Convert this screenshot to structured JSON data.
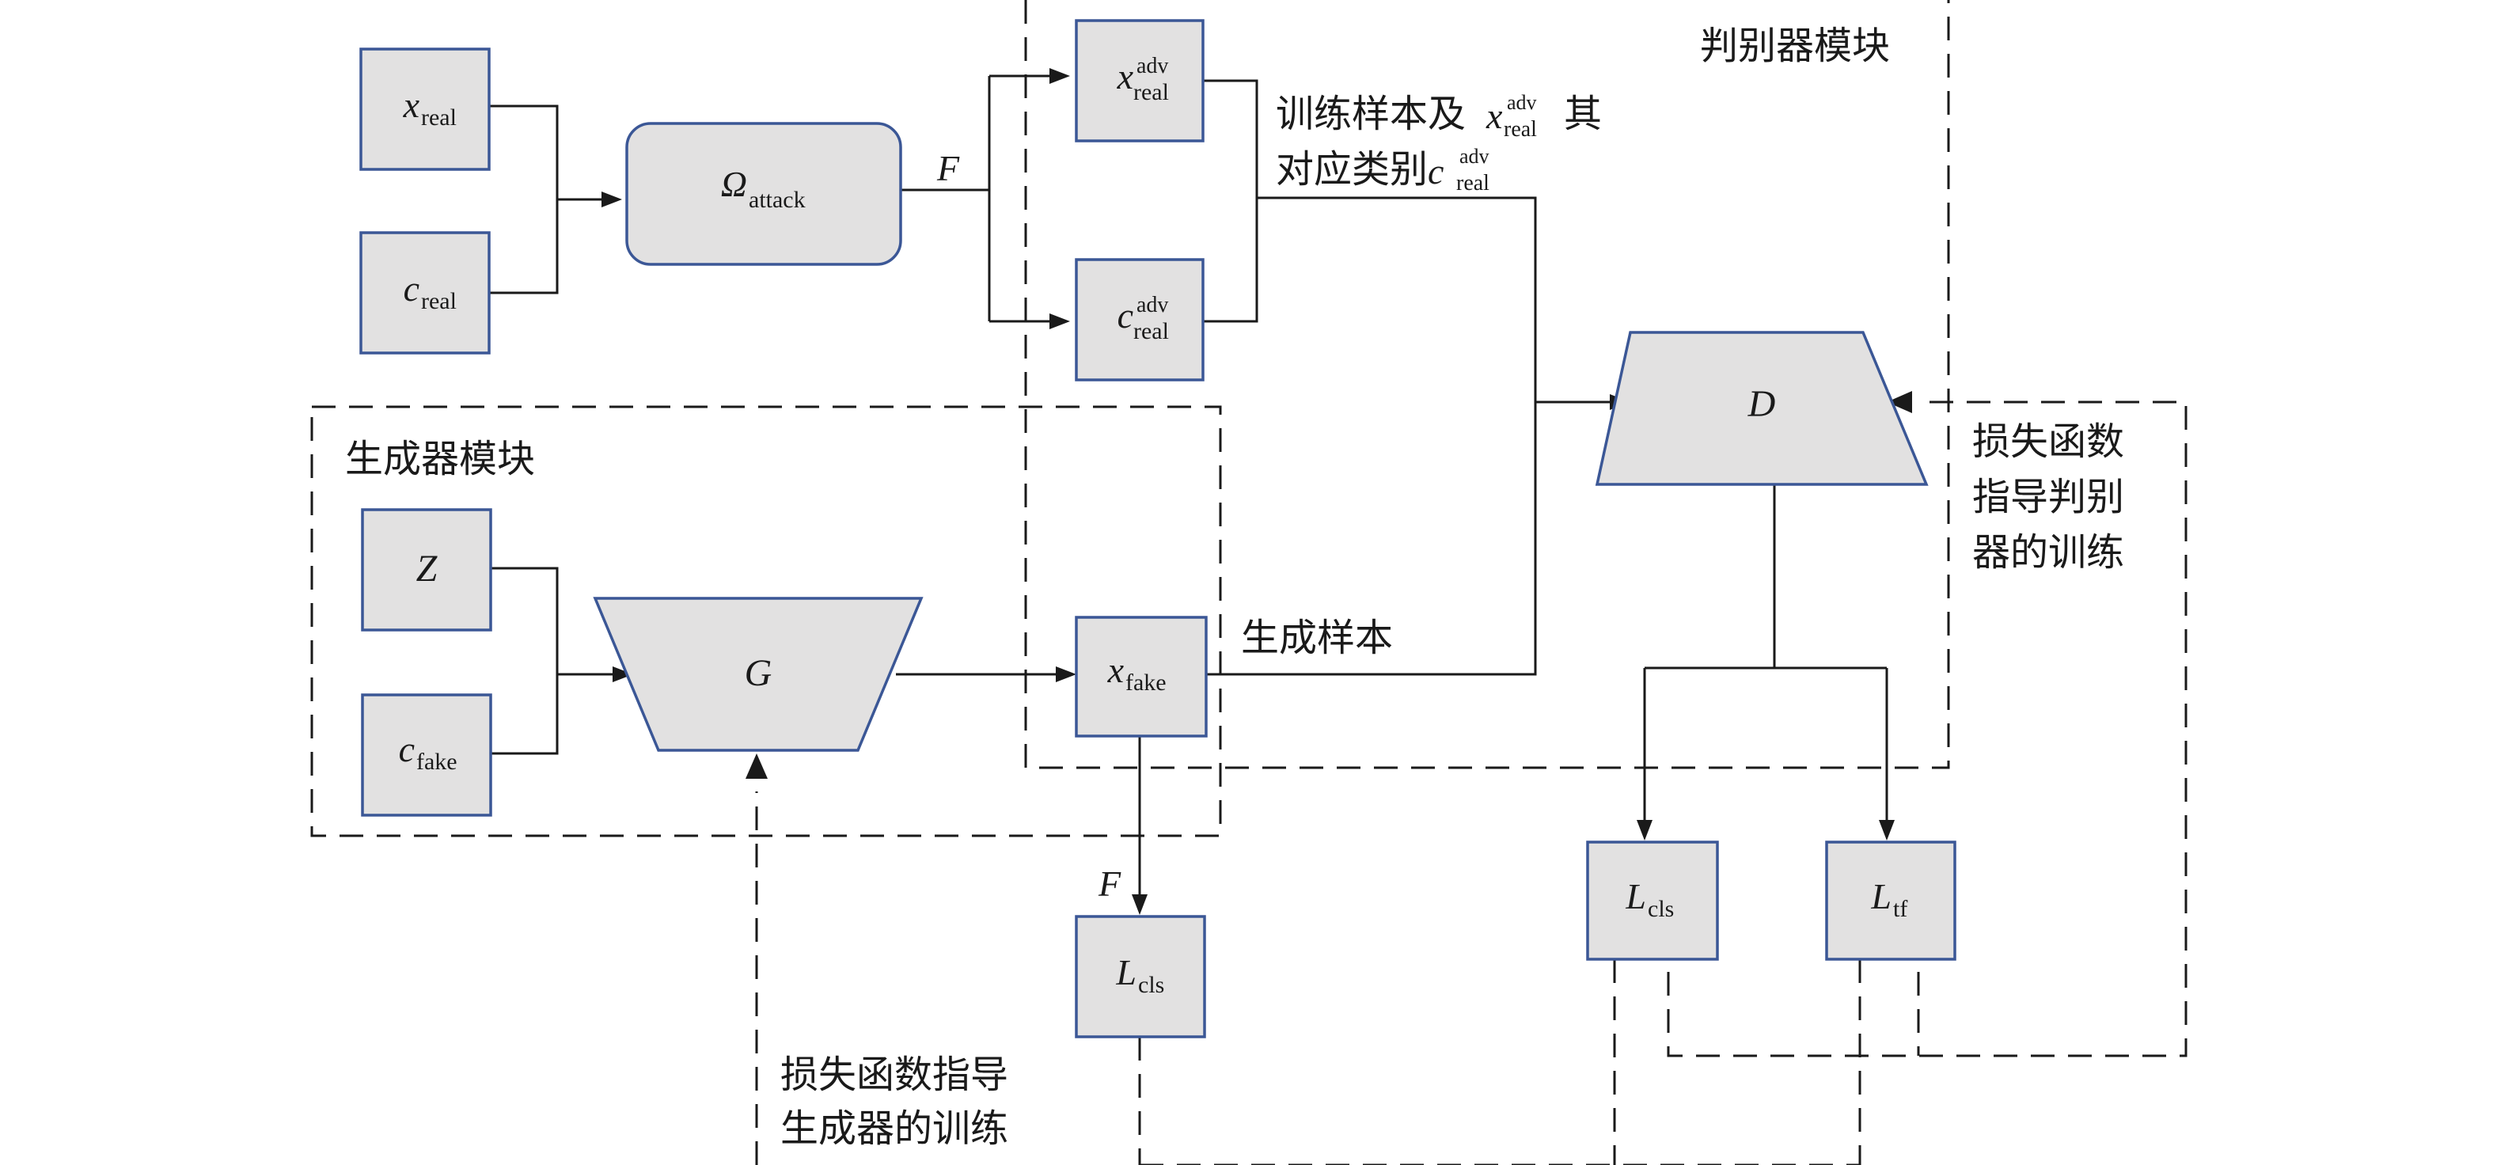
{
  "nodes": {
    "x_real": {
      "main": "x",
      "sub": "real"
    },
    "c_real": {
      "main": "c",
      "sub": "real"
    },
    "omega": {
      "main": "Ω",
      "sub": "attack"
    },
    "x_adv": {
      "main": "x",
      "sub": "real",
      "sup": "adv"
    },
    "c_adv": {
      "main": "c",
      "sub": "real",
      "sup": "adv"
    },
    "z": {
      "main": "Z"
    },
    "c_fake": {
      "main": "c",
      "sub": "fake"
    },
    "g": {
      "main": "G"
    },
    "x_fake": {
      "main": "x",
      "sub": "fake"
    },
    "d": {
      "main": "D"
    },
    "l_cls_gen": {
      "main": "L",
      "sub": "cls"
    },
    "l_cls_disc": {
      "main": "L",
      "sub": "cls"
    },
    "l_tf": {
      "main": "L",
      "sub": "tf"
    }
  },
  "edge_labels": {
    "f_top": "F",
    "f_bottom": "F"
  },
  "annotations": {
    "train_samples_line1": "训练样本及",
    "train_samples_x": "x",
    "train_samples_x_sup": "adv",
    "train_samples_x_sub": "real",
    "train_samples_line1_tail": "其",
    "train_samples_line2": "对应类别",
    "train_samples_c": "c",
    "train_samples_c_sup": "adv",
    "train_samples_c_sub": "real",
    "generated_samples": "生成样本"
  },
  "modules": {
    "discriminator": "判别器模块",
    "generator": "生成器模块"
  },
  "loss_notes": {
    "gen_line1": "损失函数指导",
    "gen_line2": "生成器的训练",
    "disc_line1": "损失函数",
    "disc_line2": "指导判别",
    "disc_line3": "器的训练"
  },
  "colors": {
    "node_fill": "#e2e1e1",
    "node_border": "#3b5796",
    "line": "#1a1a1a"
  }
}
